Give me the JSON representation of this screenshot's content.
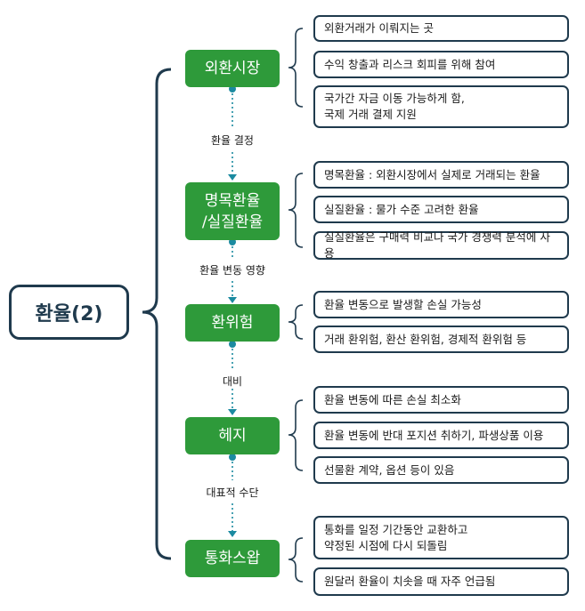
{
  "root": {
    "label": "환율(2)"
  },
  "nodes": [
    {
      "label": "외환시장",
      "details": [
        "외환거래가 이뤄지는 곳",
        "수익 창출과 리스크 회피를 위해 참여",
        "국가간 자금 이동 가능하게 함,\n국제 거래 결제 지원"
      ]
    },
    {
      "label": "명목환율\n/실질환율",
      "details": [
        "명목환율 : 외환시장에서 실제로 거래되는 환율",
        "실질환율 : 물가 수준 고려한 환율",
        "실질환율은 구매력 비교나 국가 경쟁력 분석에 사용"
      ]
    },
    {
      "label": "환위험",
      "details": [
        "환율 변동으로 발생할 손실 가능성",
        "거래 환위험, 환산 환위험, 경제적 환위험 등"
      ]
    },
    {
      "label": "헤지",
      "details": [
        "환율 변동에 따른 손실 최소화",
        "환율 변동에 반대 포지션 취하기, 파생상품 이용",
        "선물환 계약, 옵션 등이 있음"
      ]
    },
    {
      "label": "통화스왑",
      "details": [
        "통화를 일정 기간동안 교환하고\n약정된 시점에 다시 되돌림",
        "원달러 환율이 치솟을 때 자주 언급됨"
      ]
    }
  ],
  "edge_labels": [
    "환율 결정",
    "환율 변동 영향",
    "대비",
    "대표적 수단"
  ],
  "colors": {
    "node": "#2e9a3a",
    "outline": "#1f3a4d",
    "connector": "#1b8aa0"
  }
}
